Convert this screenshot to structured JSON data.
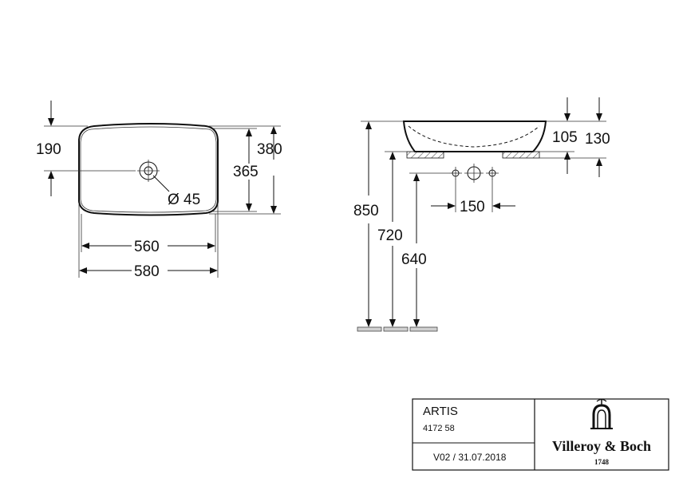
{
  "top_view": {
    "dim_190": "190",
    "dim_380": "380",
    "dim_365": "365",
    "dim_hole": "Ø 45",
    "dim_560": "560",
    "dim_580": "580"
  },
  "side_view": {
    "dim_105": "105",
    "dim_130": "130",
    "dim_150": "150",
    "dim_850": "850",
    "dim_720": "720",
    "dim_640": "640"
  },
  "title_block": {
    "product_name": "ARTIS",
    "article_number": "4172 58",
    "version_date": "V02 / 31.07.2018",
    "brand_name": "Villeroy & Boch",
    "brand_year": "1748"
  },
  "icons": {
    "logo": "villeroy-boch-arch-logo-icon"
  }
}
